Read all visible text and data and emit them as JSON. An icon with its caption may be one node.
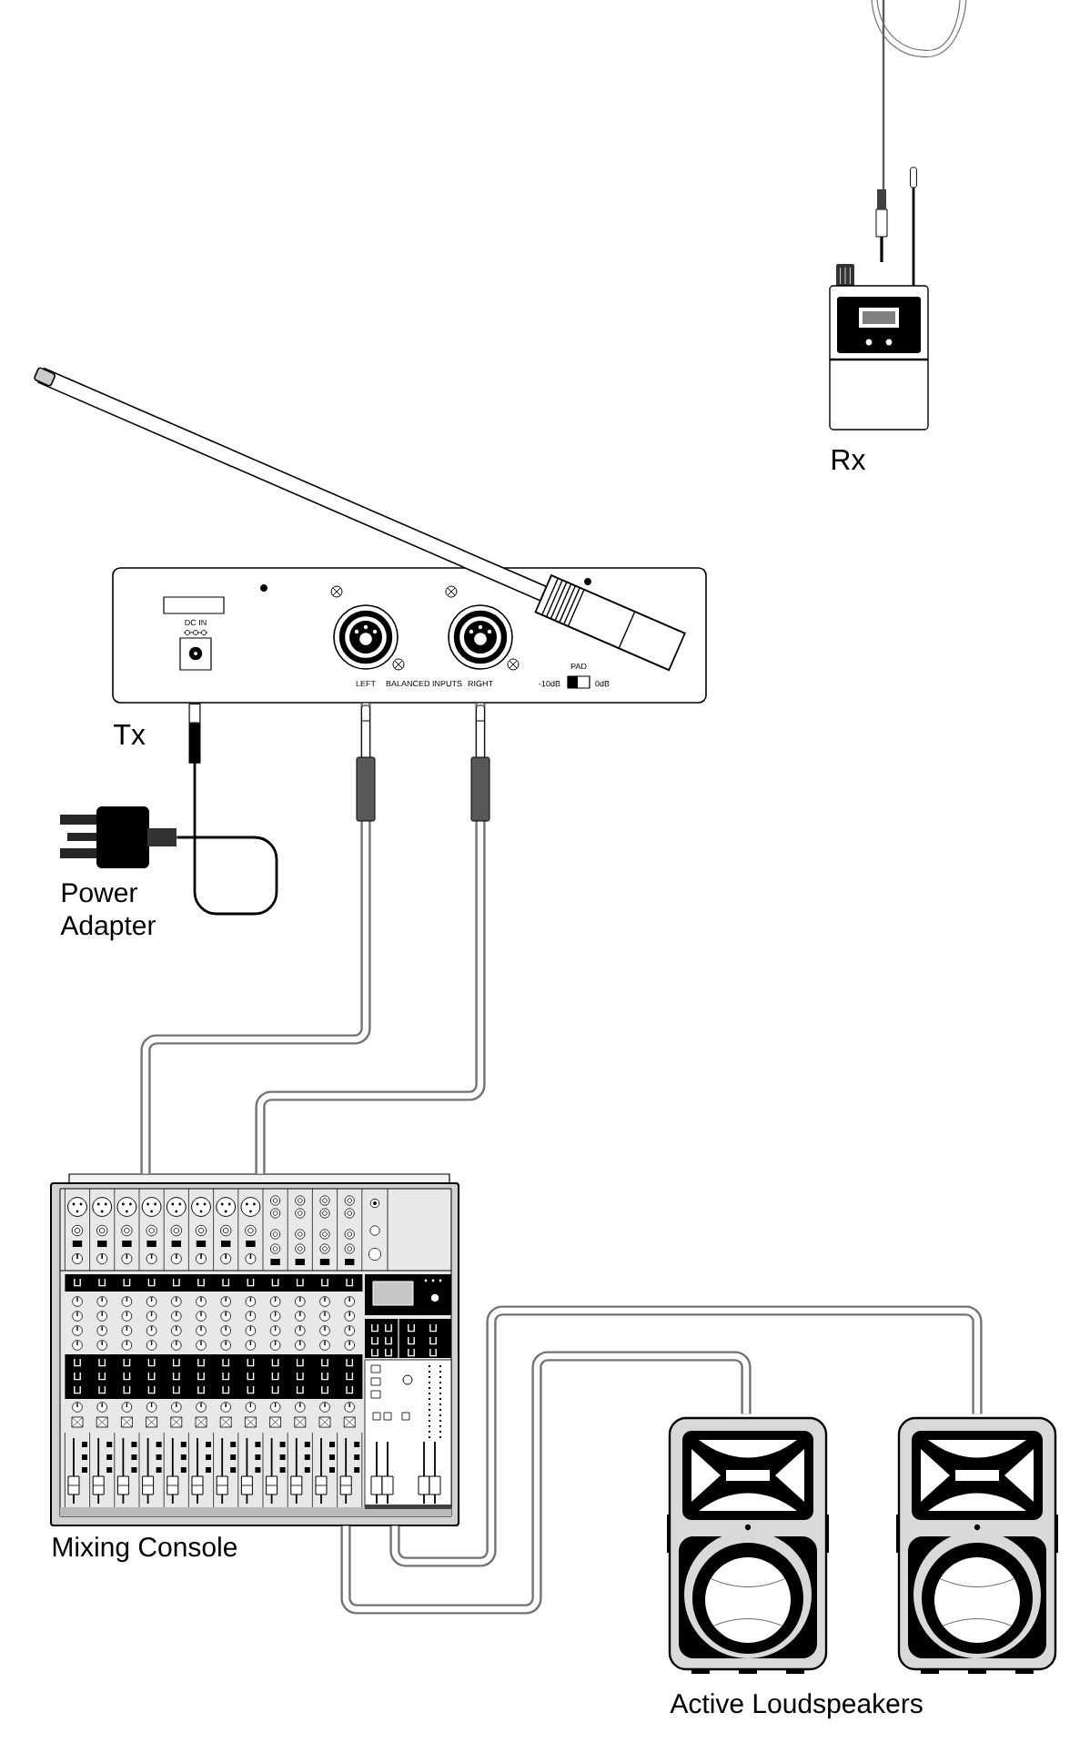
{
  "diagram": {
    "nodes": [
      {
        "text": [],
        "shape": "picture",
        "beside": [
          "Rx"
        ]
      },
      {
        "text": [
          "DC IN",
          "LEFT",
          "BALANCED INPUTS",
          "RIGHT",
          "PAD",
          "-10dB",
          "0dB"
        ],
        "beside": [
          "Tx"
        ]
      },
      {
        "text": [],
        "shape": "picture",
        "beside": [
          "Power Adapter"
        ]
      },
      {
        "text": [],
        "shape": "picture",
        "beside": [
          "Mixing Console"
        ]
      },
      {
        "text": [],
        "shape": "picture"
      },
      {
        "text": [],
        "shape": "picture"
      }
    ],
    "edges": [
      {
        "from": 2,
        "to": 1,
        "arrow": "other",
        "color": "#000000"
      },
      {
        "from": 1,
        "to": 3,
        "arrow": "none"
      },
      {
        "from": 1,
        "to": 3,
        "arrow": "none"
      },
      {
        "from": 3,
        "to": 4,
        "arrow": "none"
      },
      {
        "from": 3,
        "to": 5,
        "arrow": "none"
      }
    ],
    "labels": [
      "Active Loudspeakers"
    ]
  }
}
